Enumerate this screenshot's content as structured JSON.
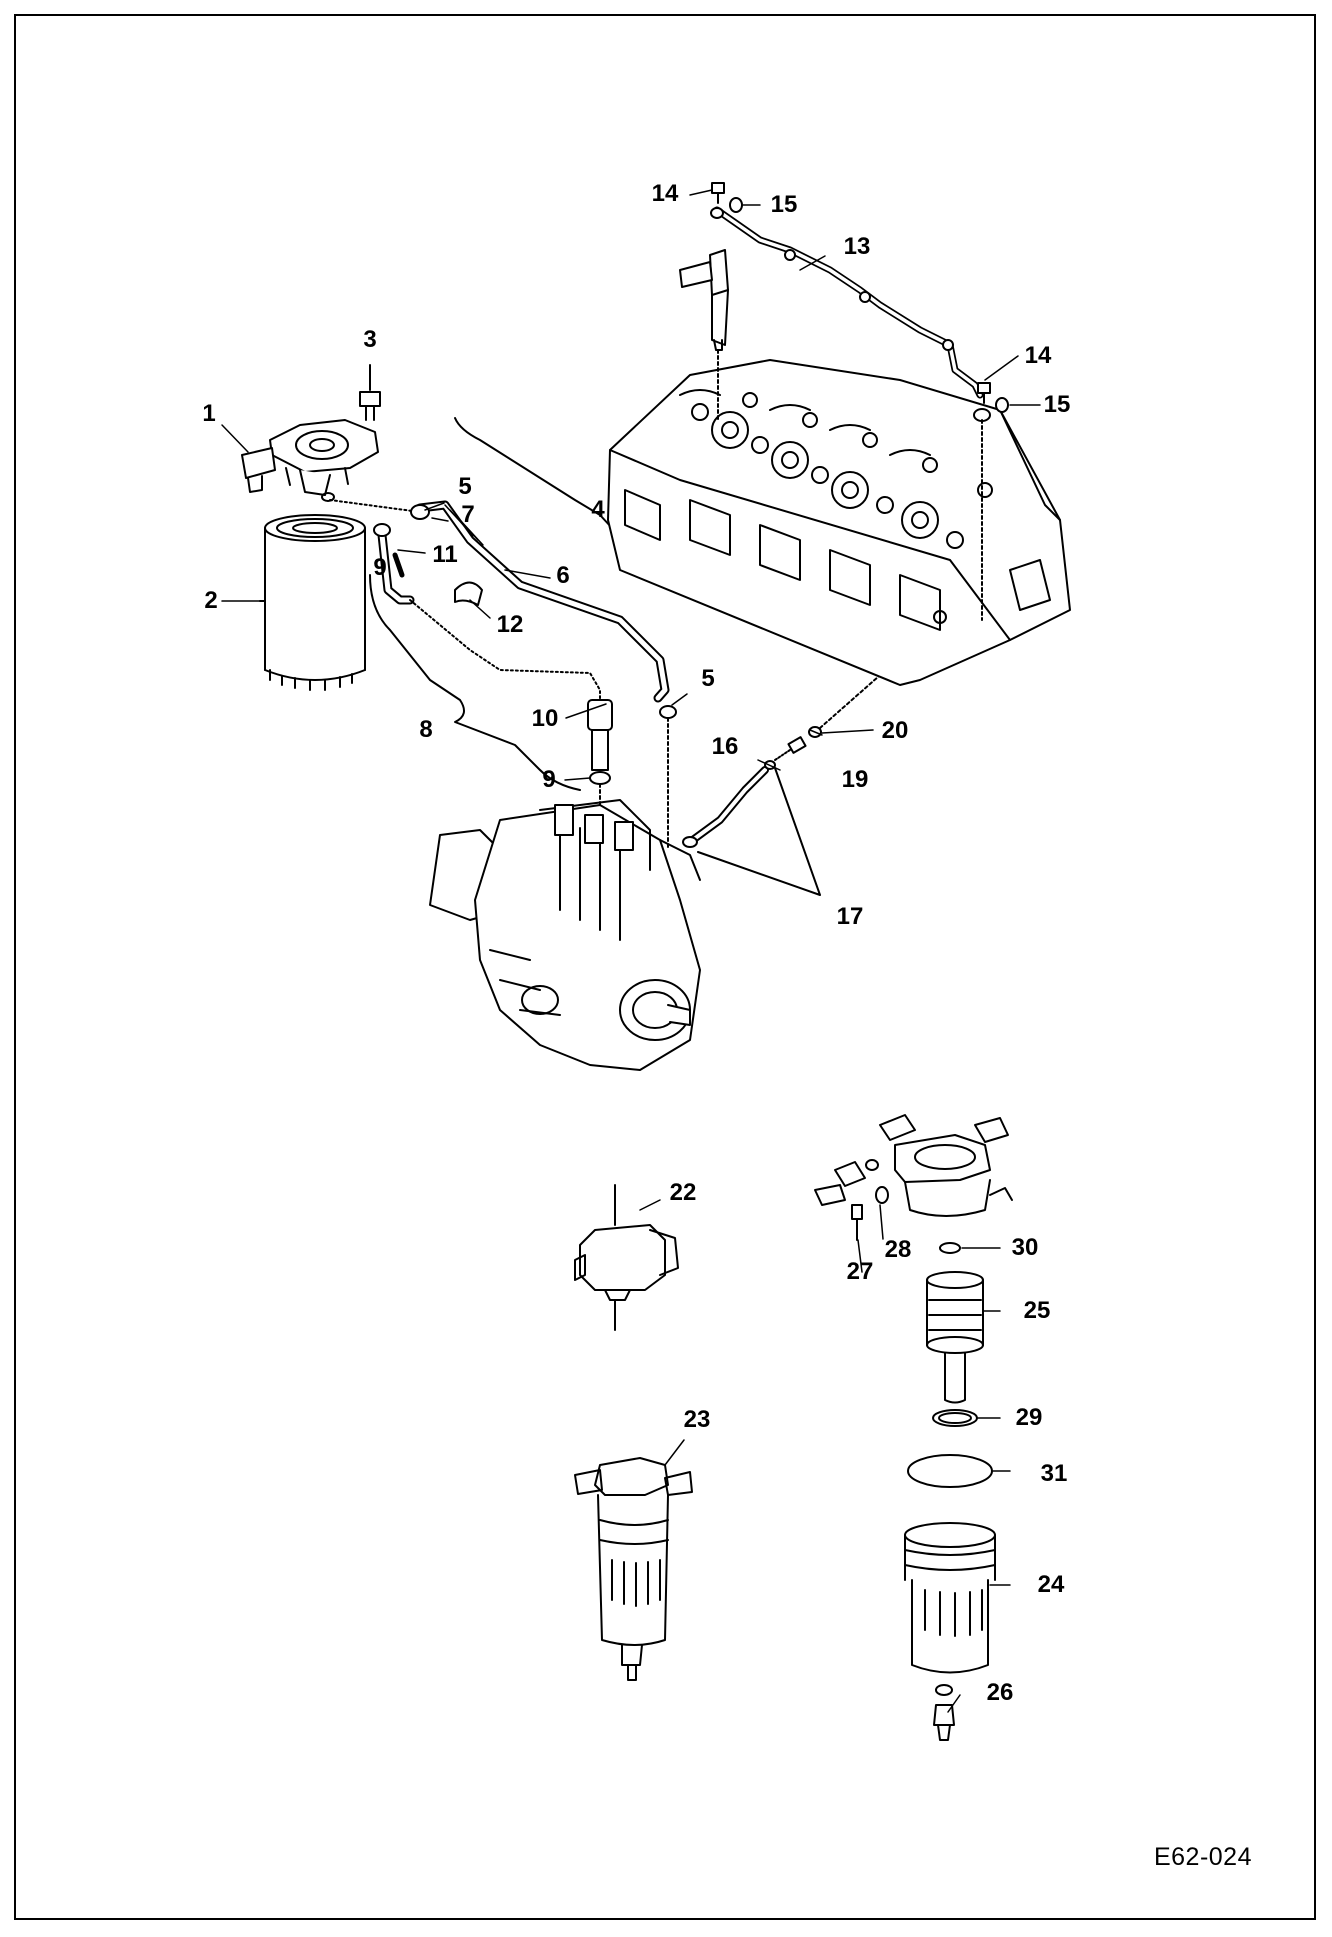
{
  "drawing_code": "E62-024",
  "callouts": {
    "c1": "1",
    "c2": "2",
    "c3": "3",
    "c4": "4",
    "c5a": "5",
    "c5b": "5",
    "c6": "6",
    "c7": "7",
    "c8": "8",
    "c9a": "9",
    "c9b": "9",
    "c10": "10",
    "c11": "11",
    "c12": "12",
    "c13": "13",
    "c14a": "14",
    "c14b": "14",
    "c15a": "15",
    "c15b": "15",
    "c16": "16",
    "c17": "17",
    "c19": "19",
    "c20": "20",
    "c22": "22",
    "c23": "23",
    "c24": "24",
    "c25": "25",
    "c26": "26",
    "c27": "27",
    "c28": "28",
    "c29": "29",
    "c30": "30",
    "c31": "31"
  },
  "colors": {
    "line": "#000000",
    "background": "#ffffff"
  }
}
